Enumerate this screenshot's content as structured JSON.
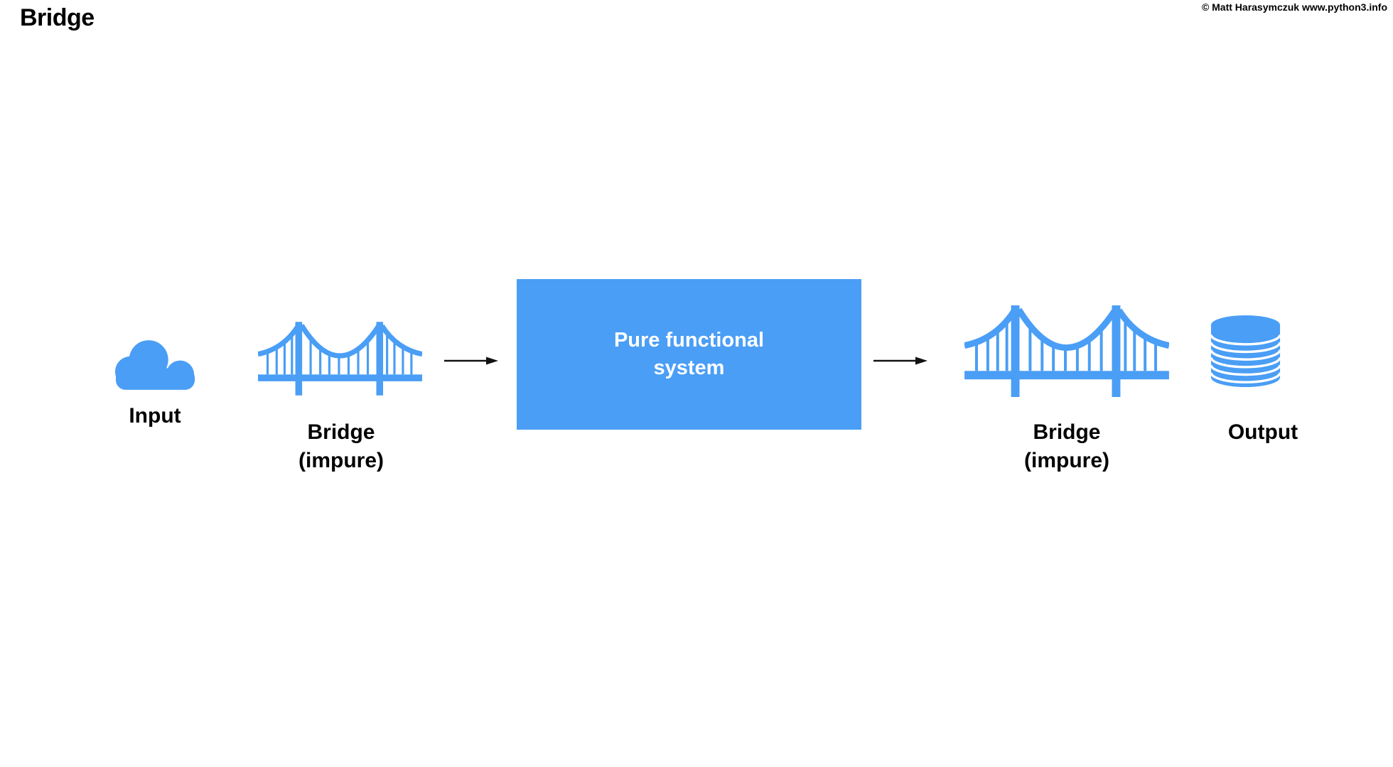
{
  "header": {
    "title": "Bridge",
    "copyright": "© Matt Harasymczuk www.python3.info"
  },
  "colors": {
    "accent_blue": "#4A9EF5",
    "text": "#000000",
    "box_text": "#FFFFFF",
    "arrow": "#111111"
  },
  "diagram": {
    "flow_order": [
      "input",
      "bridge_left",
      "arrow_left",
      "system_box",
      "arrow_right",
      "bridge_right",
      "output"
    ],
    "input": {
      "icon": "cloud-icon",
      "label": "Input"
    },
    "bridge_left": {
      "icon": "suspension-bridge-icon",
      "label_line1": "Bridge",
      "label_line2": "(impure)"
    },
    "arrow_left": {
      "icon": "right-arrow-icon"
    },
    "system_box": {
      "label_line1": "Pure functional",
      "label_line2": "system"
    },
    "arrow_right": {
      "icon": "right-arrow-icon"
    },
    "bridge_right": {
      "icon": "suspension-bridge-icon",
      "label_line1": "Bridge",
      "label_line2": "(impure)"
    },
    "output": {
      "icon": "database-icon",
      "label": "Output"
    }
  }
}
